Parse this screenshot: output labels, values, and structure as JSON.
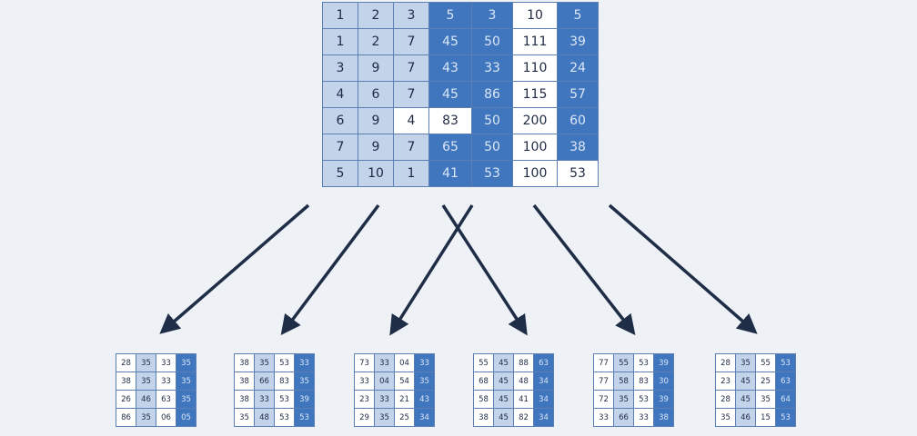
{
  "colors": {
    "background": "#eef1f6",
    "light_cell": "#c2d3ea",
    "dark_cell": "#3f76be",
    "white_cell": "#ffffff",
    "arrow": "#1f2d47"
  },
  "main_table": {
    "rows": [
      [
        {
          "t": "1",
          "c": "l"
        },
        {
          "t": "2",
          "c": "l"
        },
        {
          "t": "3",
          "c": "l"
        },
        {
          "t": "5",
          "c": "d"
        },
        {
          "t": "3",
          "c": "d"
        },
        {
          "t": "10",
          "c": "w"
        },
        {
          "t": "5",
          "c": "d"
        }
      ],
      [
        {
          "t": "1",
          "c": "l"
        },
        {
          "t": "2",
          "c": "l"
        },
        {
          "t": "7",
          "c": "l"
        },
        {
          "t": "45",
          "c": "d"
        },
        {
          "t": "50",
          "c": "d"
        },
        {
          "t": "111",
          "c": "w"
        },
        {
          "t": "39",
          "c": "d"
        }
      ],
      [
        {
          "t": "3",
          "c": "l"
        },
        {
          "t": "9",
          "c": "l"
        },
        {
          "t": "7",
          "c": "l"
        },
        {
          "t": "43",
          "c": "d"
        },
        {
          "t": "33",
          "c": "d"
        },
        {
          "t": "110",
          "c": "w"
        },
        {
          "t": "24",
          "c": "d"
        }
      ],
      [
        {
          "t": "4",
          "c": "l"
        },
        {
          "t": "6",
          "c": "l"
        },
        {
          "t": "7",
          "c": "l"
        },
        {
          "t": "45",
          "c": "d"
        },
        {
          "t": "86",
          "c": "d"
        },
        {
          "t": "115",
          "c": "w"
        },
        {
          "t": "57",
          "c": "d"
        }
      ],
      [
        {
          "t": "6",
          "c": "l"
        },
        {
          "t": "9",
          "c": "l"
        },
        {
          "t": "4",
          "c": "w"
        },
        {
          "t": "83",
          "c": "w"
        },
        {
          "t": "50",
          "c": "d"
        },
        {
          "t": "200",
          "c": "w"
        },
        {
          "t": "60",
          "c": "d"
        }
      ],
      [
        {
          "t": "7",
          "c": "l"
        },
        {
          "t": "9",
          "c": "l"
        },
        {
          "t": "7",
          "c": "l"
        },
        {
          "t": "65",
          "c": "d"
        },
        {
          "t": "50",
          "c": "d"
        },
        {
          "t": "100",
          "c": "w"
        },
        {
          "t": "38",
          "c": "d"
        }
      ],
      [
        {
          "t": "5",
          "c": "l"
        },
        {
          "t": "10",
          "c": "l"
        },
        {
          "t": "1",
          "c": "l"
        },
        {
          "t": "41",
          "c": "d"
        },
        {
          "t": "53",
          "c": "d"
        },
        {
          "t": "100",
          "c": "w"
        },
        {
          "t": "53",
          "c": "w"
        }
      ]
    ]
  },
  "sub_tables": [
    {
      "rows": [
        [
          {
            "t": "28",
            "c": "w"
          },
          {
            "t": "35",
            "c": "l"
          },
          {
            "t": "33",
            "c": "w"
          },
          {
            "t": "35",
            "c": "d"
          }
        ],
        [
          {
            "t": "38",
            "c": "w"
          },
          {
            "t": "35",
            "c": "l"
          },
          {
            "t": "33",
            "c": "w"
          },
          {
            "t": "35",
            "c": "d"
          }
        ],
        [
          {
            "t": "26",
            "c": "w"
          },
          {
            "t": "46",
            "c": "l"
          },
          {
            "t": "63",
            "c": "w"
          },
          {
            "t": "35",
            "c": "d"
          }
        ],
        [
          {
            "t": "86",
            "c": "w"
          },
          {
            "t": "35",
            "c": "l"
          },
          {
            "t": "06",
            "c": "w"
          },
          {
            "t": "05",
            "c": "d"
          }
        ]
      ]
    },
    {
      "rows": [
        [
          {
            "t": "38",
            "c": "w"
          },
          {
            "t": "35",
            "c": "l"
          },
          {
            "t": "53",
            "c": "w"
          },
          {
            "t": "33",
            "c": "d"
          }
        ],
        [
          {
            "t": "38",
            "c": "w"
          },
          {
            "t": "66",
            "c": "l"
          },
          {
            "t": "83",
            "c": "w"
          },
          {
            "t": "35",
            "c": "d"
          }
        ],
        [
          {
            "t": "38",
            "c": "w"
          },
          {
            "t": "33",
            "c": "l"
          },
          {
            "t": "53",
            "c": "w"
          },
          {
            "t": "39",
            "c": "d"
          }
        ],
        [
          {
            "t": "35",
            "c": "w"
          },
          {
            "t": "48",
            "c": "l"
          },
          {
            "t": "53",
            "c": "w"
          },
          {
            "t": "53",
            "c": "d"
          }
        ]
      ]
    },
    {
      "rows": [
        [
          {
            "t": "73",
            "c": "w"
          },
          {
            "t": "33",
            "c": "l"
          },
          {
            "t": "04",
            "c": "w"
          },
          {
            "t": "33",
            "c": "d"
          }
        ],
        [
          {
            "t": "33",
            "c": "w"
          },
          {
            "t": "04",
            "c": "l"
          },
          {
            "t": "54",
            "c": "w"
          },
          {
            "t": "35",
            "c": "d"
          }
        ],
        [
          {
            "t": "23",
            "c": "w"
          },
          {
            "t": "33",
            "c": "l"
          },
          {
            "t": "21",
            "c": "w"
          },
          {
            "t": "43",
            "c": "d"
          }
        ],
        [
          {
            "t": "29",
            "c": "w"
          },
          {
            "t": "35",
            "c": "l"
          },
          {
            "t": "25",
            "c": "w"
          },
          {
            "t": "34",
            "c": "d"
          }
        ]
      ]
    },
    {
      "rows": [
        [
          {
            "t": "55",
            "c": "w"
          },
          {
            "t": "45",
            "c": "l"
          },
          {
            "t": "88",
            "c": "w"
          },
          {
            "t": "63",
            "c": "d"
          }
        ],
        [
          {
            "t": "68",
            "c": "w"
          },
          {
            "t": "45",
            "c": "l"
          },
          {
            "t": "48",
            "c": "w"
          },
          {
            "t": "34",
            "c": "d"
          }
        ],
        [
          {
            "t": "58",
            "c": "w"
          },
          {
            "t": "45",
            "c": "l"
          },
          {
            "t": "41",
            "c": "w"
          },
          {
            "t": "34",
            "c": "d"
          }
        ],
        [
          {
            "t": "38",
            "c": "w"
          },
          {
            "t": "45",
            "c": "l"
          },
          {
            "t": "82",
            "c": "w"
          },
          {
            "t": "34",
            "c": "d"
          }
        ]
      ]
    },
    {
      "rows": [
        [
          {
            "t": "77",
            "c": "w"
          },
          {
            "t": "55",
            "c": "l"
          },
          {
            "t": "53",
            "c": "w"
          },
          {
            "t": "39",
            "c": "d"
          }
        ],
        [
          {
            "t": "77",
            "c": "w"
          },
          {
            "t": "58",
            "c": "l"
          },
          {
            "t": "83",
            "c": "w"
          },
          {
            "t": "30",
            "c": "d"
          }
        ],
        [
          {
            "t": "72",
            "c": "w"
          },
          {
            "t": "35",
            "c": "l"
          },
          {
            "t": "53",
            "c": "w"
          },
          {
            "t": "39",
            "c": "d"
          }
        ],
        [
          {
            "t": "33",
            "c": "w"
          },
          {
            "t": "66",
            "c": "l"
          },
          {
            "t": "33",
            "c": "w"
          },
          {
            "t": "38",
            "c": "d"
          }
        ]
      ]
    },
    {
      "rows": [
        [
          {
            "t": "28",
            "c": "w"
          },
          {
            "t": "35",
            "c": "l"
          },
          {
            "t": "55",
            "c": "w"
          },
          {
            "t": "53",
            "c": "d"
          }
        ],
        [
          {
            "t": "23",
            "c": "w"
          },
          {
            "t": "45",
            "c": "l"
          },
          {
            "t": "25",
            "c": "w"
          },
          {
            "t": "63",
            "c": "d"
          }
        ],
        [
          {
            "t": "28",
            "c": "w"
          },
          {
            "t": "45",
            "c": "l"
          },
          {
            "t": "35",
            "c": "w"
          },
          {
            "t": "64",
            "c": "d"
          }
        ],
        [
          {
            "t": "35",
            "c": "w"
          },
          {
            "t": "46",
            "c": "l"
          },
          {
            "t": "15",
            "c": "w"
          },
          {
            "t": "53",
            "c": "d"
          }
        ]
      ]
    }
  ]
}
